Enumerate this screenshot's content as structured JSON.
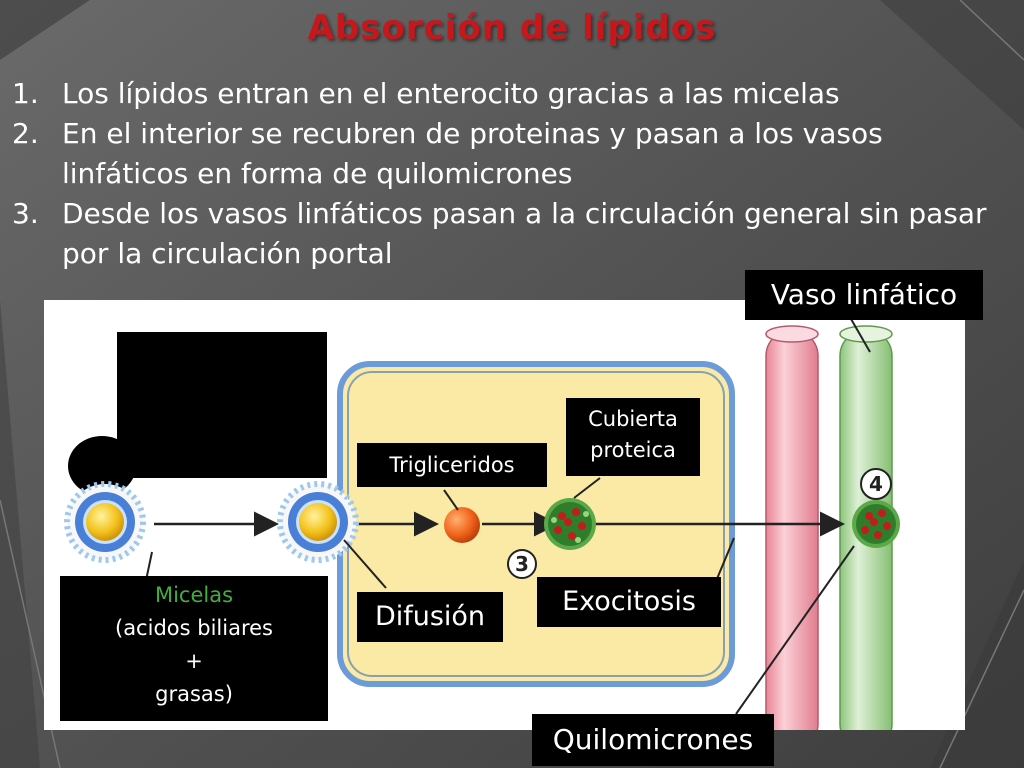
{
  "slide": {
    "title": "Absorción de lípidos",
    "points": [
      {
        "number": "1.",
        "text": "Los lípidos entran en el enterocito gracias a las micelas"
      },
      {
        "number": "2.",
        "text": "En el interior se recubren de proteinas y pasan a los vasos linfáticos en forma de quilomicrones"
      },
      {
        "number": "3.",
        "text": "Desde los vasos linfáticos pasan a la circulación general sin pasar por la circulación portal"
      }
    ]
  },
  "diagram": {
    "labels": {
      "vaso_linfatico": "Vaso linfático",
      "trigliceridos": "Trigliceridos",
      "cubierta_line1": "Cubierta",
      "cubierta_line2": "proteica",
      "exocitosis": "Exocitosis",
      "difusion": "Difusión",
      "quilomicrones": "Quilomicrones",
      "micelas_line1": "Micelas",
      "micelas_line2": "(acidos biliares",
      "micelas_line3": "+",
      "micelas_line4": "grasas)"
    },
    "step_numbers": {
      "three": "3",
      "four": "4"
    }
  },
  "colors": {
    "title": "#c4181c",
    "text": "#ffffff",
    "label_bg": "#000000",
    "micelas_text": "#3faf3f",
    "cell_fill": "#fbeaa5",
    "cell_border": "#6b9bd8",
    "blood_vessel": "#f4aeb8",
    "lymph_vessel": "#bfe0b0"
  }
}
